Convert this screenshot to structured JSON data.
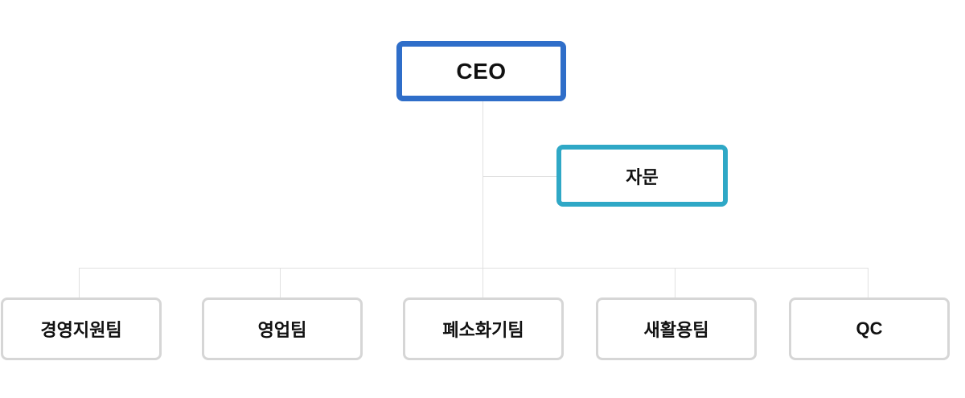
{
  "org_chart": {
    "top": {
      "label": "CEO",
      "color": "#2f6ec9"
    },
    "advisory": {
      "label": "자문",
      "color": "#2fa8c6"
    },
    "teams": [
      {
        "label": "경영지원팀"
      },
      {
        "label": "영업팀"
      },
      {
        "label": "폐소화기팀"
      },
      {
        "label": "새활용팀"
      },
      {
        "label": "QC"
      }
    ],
    "connector_color": "#e0e0e0",
    "team_border_color": "#d6d6d6"
  }
}
